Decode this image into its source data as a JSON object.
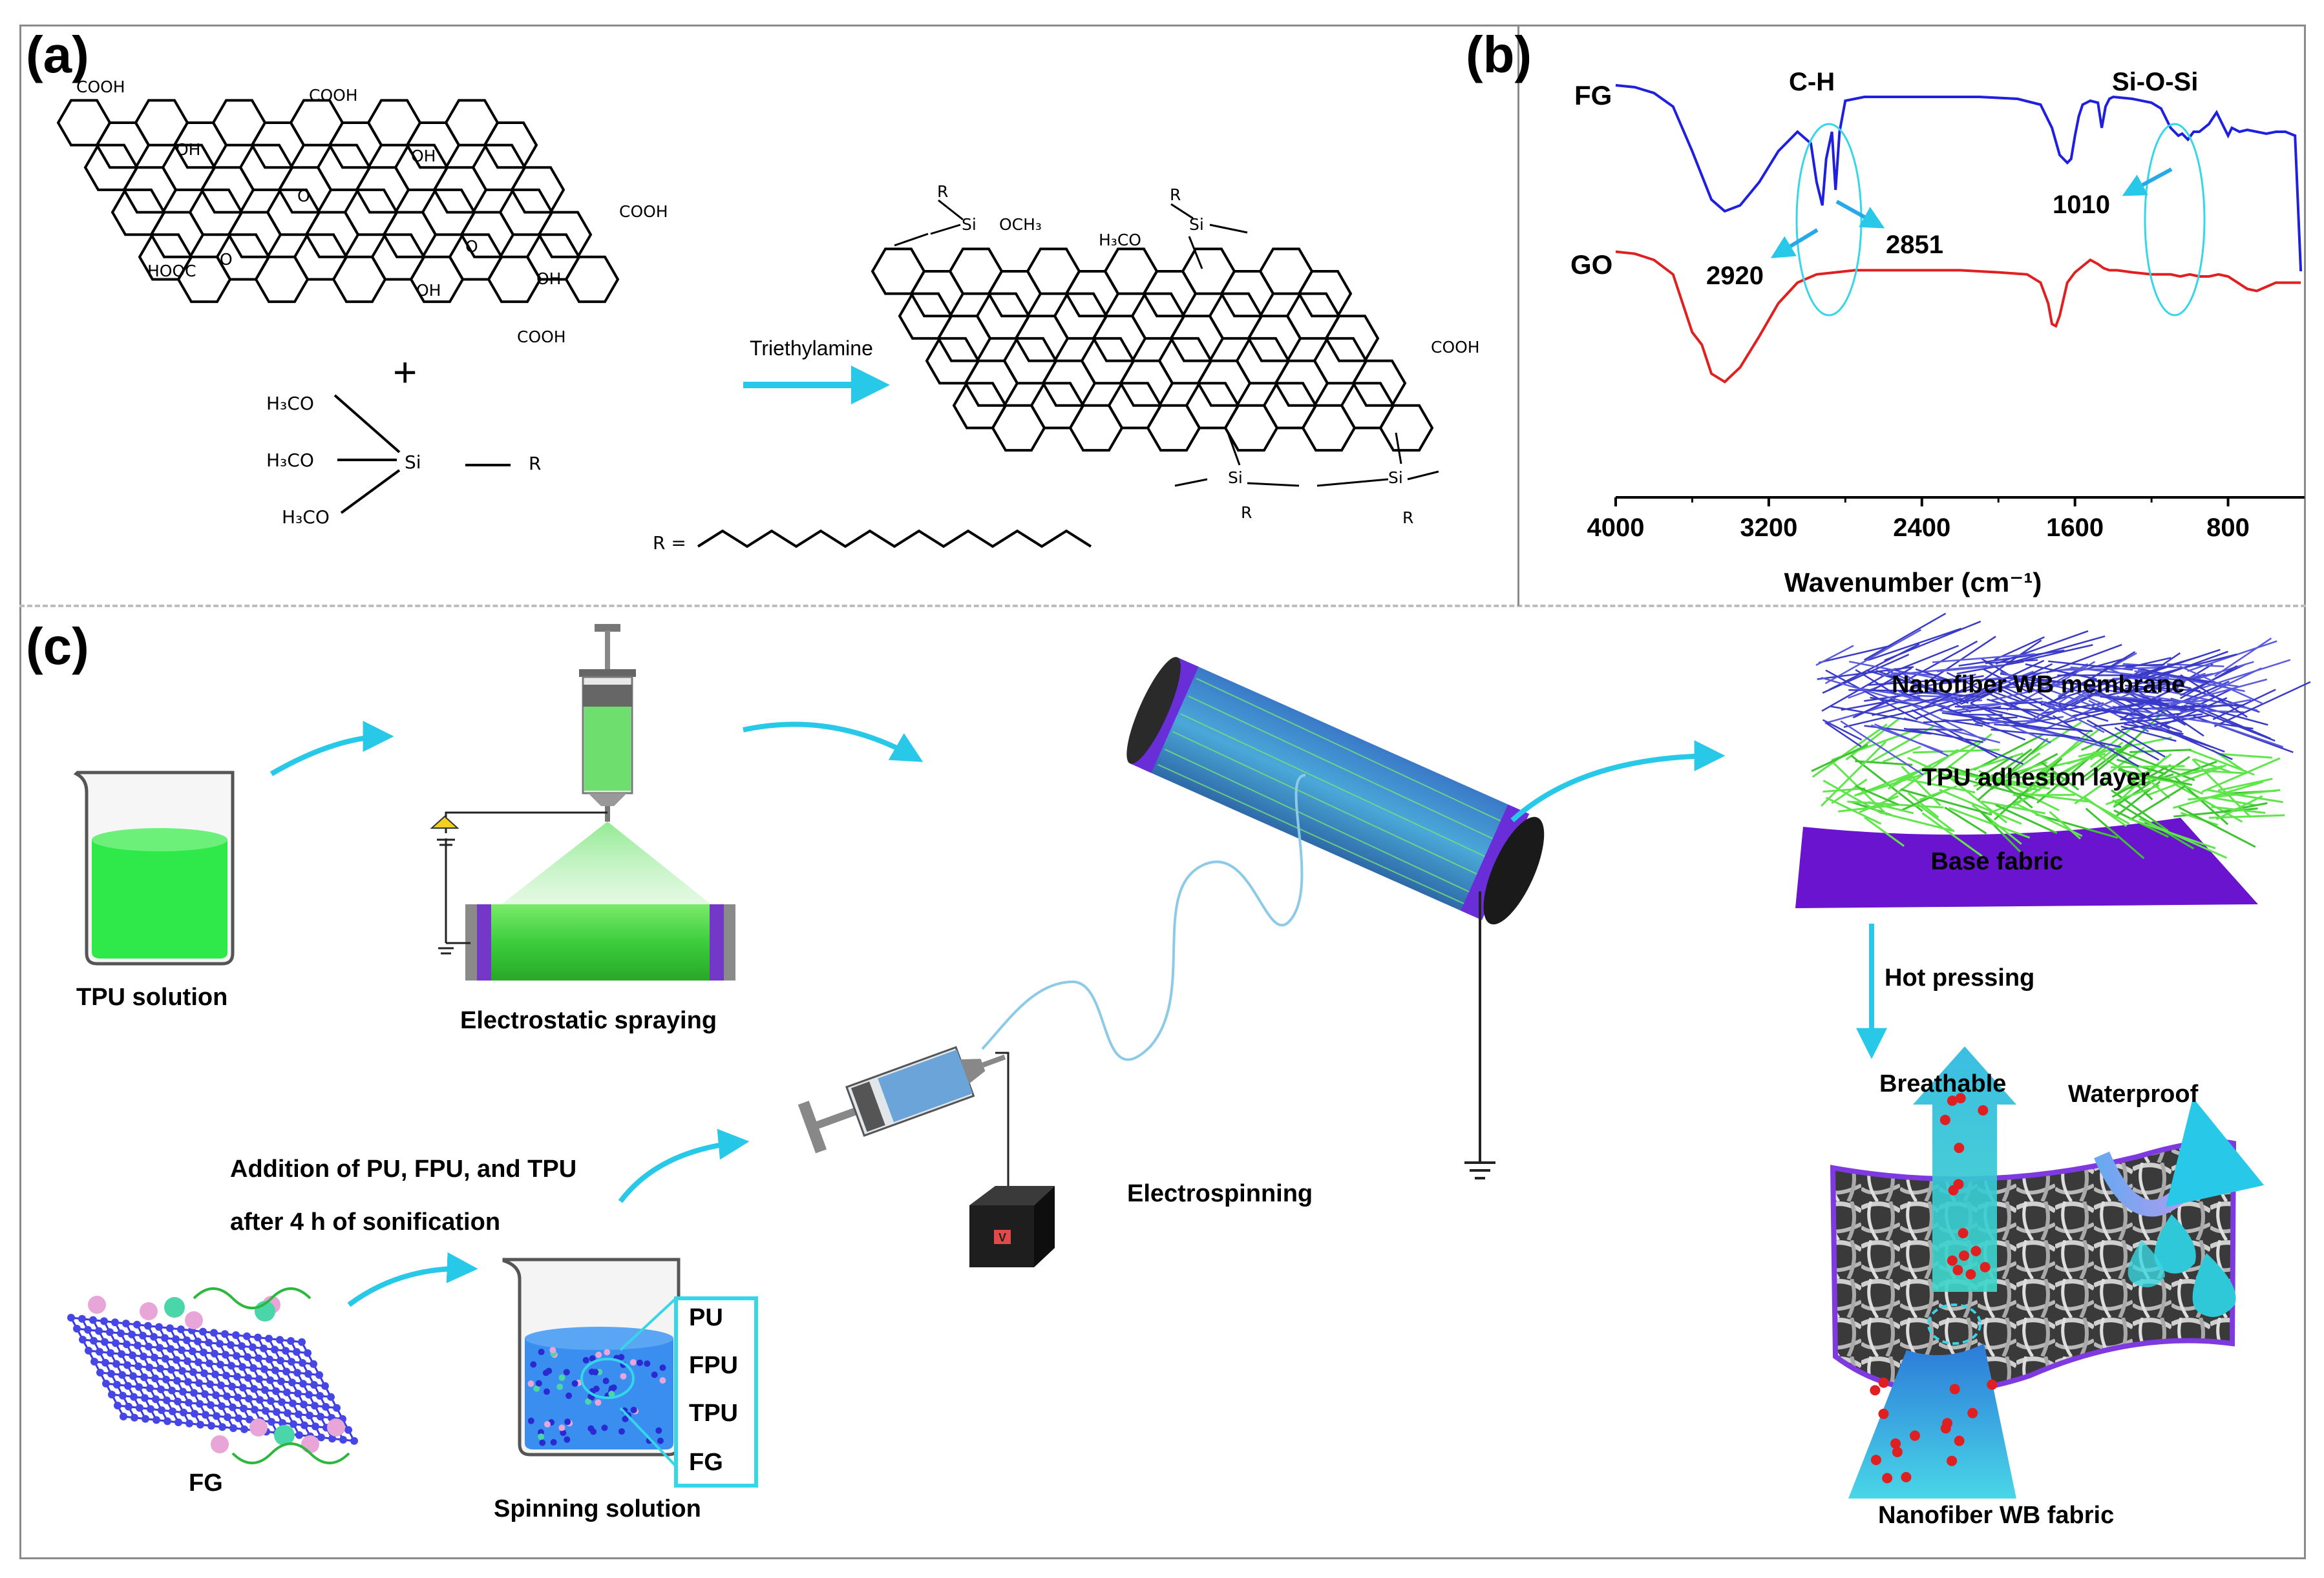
{
  "panels": {
    "a": {
      "letter": "(a)",
      "cooh": "COOH",
      "hooc": "HOOC",
      "oh": "OH",
      "o": "O",
      "plus": "+",
      "h3co": "H₃CO",
      "si": "Si",
      "r": "R",
      "r_def": "R =",
      "reagent": "Triethylamine",
      "och3": "OCH₃"
    },
    "b": {
      "letter": "(b)",
      "fg_label": "FG",
      "go_label": "GO",
      "ch_label": "C-H",
      "siosi_label": "Si-O-Si",
      "peak_2920": "2920",
      "peak_2851": "2851",
      "peak_1010": "1010",
      "x_ticks": [
        "4000",
        "3200",
        "2400",
        "1600",
        "800"
      ],
      "xlabel": "Wavenumber (cm⁻¹)"
    },
    "c": {
      "letter": "(c)",
      "tpu_solution": "TPU solution",
      "electrostatic_spraying": "Electrostatic spraying",
      "electrospinning": "Electrospinning",
      "addition_line1": "Addition of PU, FPU, and TPU",
      "addition_line2": "after 4 h of sonification",
      "fg": "FG",
      "spinning_solution": "Spinning solution",
      "components": [
        "PU",
        "FPU",
        "TPU",
        "FG"
      ],
      "voltage": "V",
      "layer_membrane": "Nanofiber WB membrane",
      "layer_adhesion": "TPU adhesion layer",
      "layer_base": "Base fabric",
      "hot_pressing": "Hot pressing",
      "breathable": "Breathable",
      "waterproof": "Waterproof",
      "product": "Nanofiber WB fabric"
    }
  },
  "chart_data": {
    "type": "line",
    "title": "",
    "xlabel": "Wavenumber (cm⁻¹)",
    "ylabel": "",
    "x_reversed": true,
    "xlim": [
      4000,
      400
    ],
    "x_ticks": [
      4000,
      3200,
      2400,
      1600,
      800
    ],
    "series": [
      {
        "name": "FG",
        "color": "#1f1fe0",
        "x": [
          4000,
          3900,
          3800,
          3700,
          3600,
          3500,
          3430,
          3350,
          3250,
          3150,
          3050,
          2980,
          2950,
          2920,
          2900,
          2870,
          2851,
          2830,
          2800,
          2700,
          2500,
          2300,
          2100,
          1900,
          1780,
          1720,
          1680,
          1640,
          1620,
          1600,
          1580,
          1560,
          1520,
          1480,
          1460,
          1440,
          1420,
          1400,
          1300,
          1200,
          1150,
          1100,
          1060,
          1040,
          1010,
          980,
          950,
          900,
          860,
          820,
          800,
          780,
          740,
          700,
          650,
          600,
          550,
          500,
          450,
          420
        ],
        "y": [
          0.96,
          0.95,
          0.92,
          0.85,
          0.62,
          0.37,
          0.31,
          0.34,
          0.46,
          0.62,
          0.72,
          0.66,
          0.46,
          0.34,
          0.58,
          0.72,
          0.42,
          0.72,
          0.88,
          0.9,
          0.9,
          0.9,
          0.9,
          0.89,
          0.86,
          0.74,
          0.6,
          0.56,
          0.58,
          0.7,
          0.8,
          0.86,
          0.88,
          0.87,
          0.74,
          0.85,
          0.89,
          0.9,
          0.89,
          0.87,
          0.84,
          0.74,
          0.7,
          0.71,
          0.68,
          0.72,
          0.72,
          0.76,
          0.82,
          0.74,
          0.7,
          0.74,
          0.72,
          0.73,
          0.72,
          0.71,
          0.72,
          0.72,
          0.7,
          0.0
        ]
      },
      {
        "name": "GO",
        "color": "#e02020",
        "x": [
          4000,
          3900,
          3800,
          3700,
          3650,
          3600,
          3550,
          3500,
          3430,
          3350,
          3250,
          3150,
          3050,
          2950,
          2850,
          2750,
          2600,
          2400,
          2200,
          2000,
          1850,
          1780,
          1740,
          1720,
          1700,
          1680,
          1640,
          1600,
          1560,
          1520,
          1480,
          1450,
          1420,
          1380,
          1300,
          1200,
          1100,
          1050,
          1000,
          950,
          900,
          850,
          800,
          750,
          700,
          650,
          600,
          550,
          500,
          450,
          420
        ],
        "y": [
          0.97,
          0.96,
          0.93,
          0.86,
          0.72,
          0.58,
          0.52,
          0.38,
          0.34,
          0.41,
          0.56,
          0.72,
          0.82,
          0.86,
          0.87,
          0.88,
          0.88,
          0.88,
          0.88,
          0.87,
          0.86,
          0.82,
          0.72,
          0.62,
          0.61,
          0.66,
          0.82,
          0.87,
          0.9,
          0.93,
          0.91,
          0.89,
          0.88,
          0.88,
          0.87,
          0.86,
          0.86,
          0.85,
          0.86,
          0.85,
          0.85,
          0.86,
          0.85,
          0.82,
          0.79,
          0.78,
          0.8,
          0.82,
          0.82,
          0.82,
          0.82
        ]
      }
    ],
    "annotations": [
      "C-H",
      "Si-O-Si",
      "2920",
      "2851",
      "1010"
    ]
  }
}
